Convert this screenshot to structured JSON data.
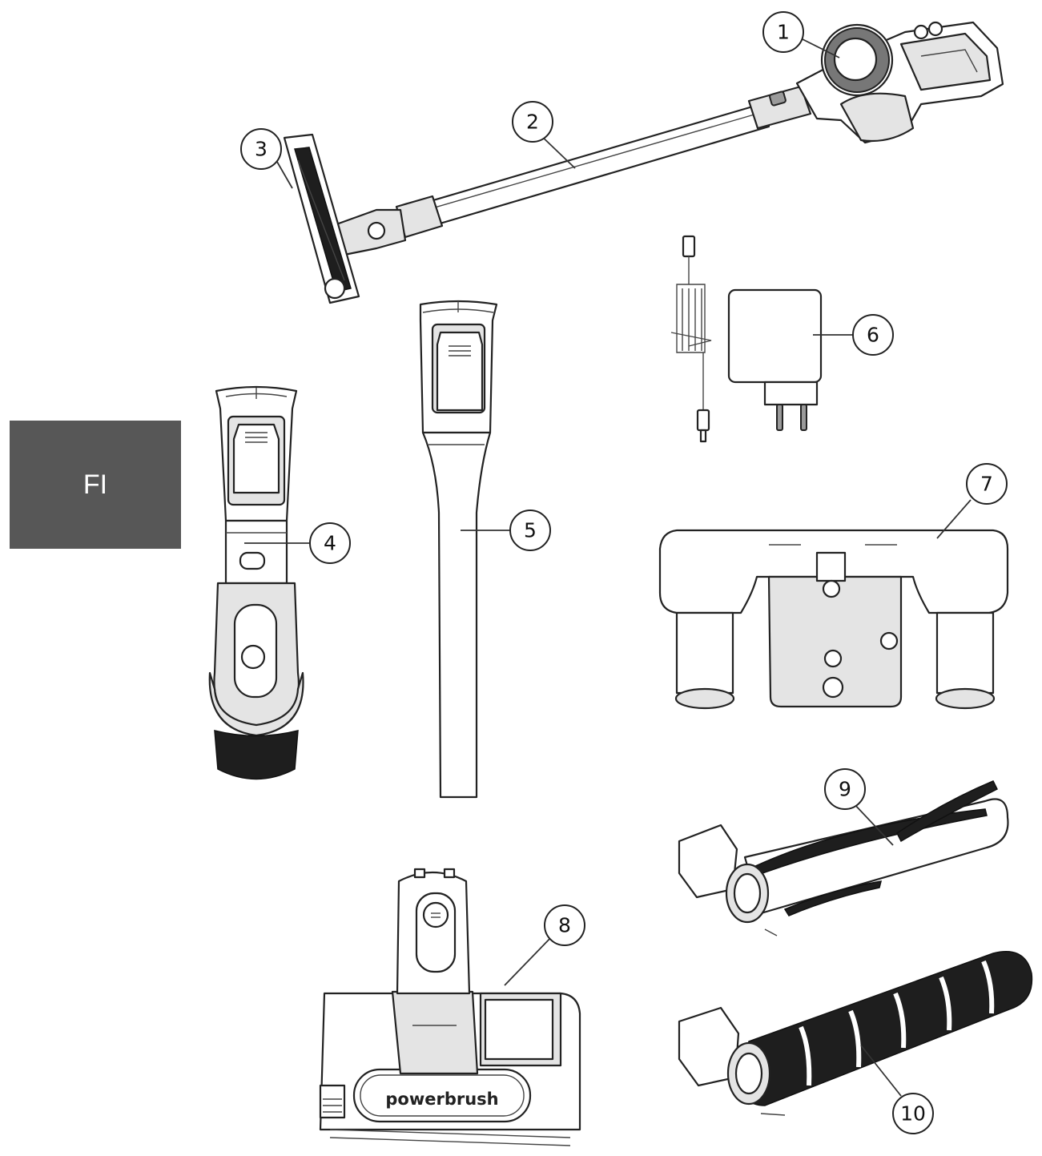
{
  "language_tab": {
    "label": "FI",
    "color": "#575757"
  },
  "brand_label": "powerbrush",
  "callouts": [
    {
      "id": "1",
      "label": "1"
    },
    {
      "id": "2",
      "label": "2"
    },
    {
      "id": "3",
      "label": "3"
    },
    {
      "id": "4",
      "label": "4"
    },
    {
      "id": "5",
      "label": "5"
    },
    {
      "id": "6",
      "label": "6"
    },
    {
      "id": "7",
      "label": "7"
    },
    {
      "id": "8",
      "label": "8"
    },
    {
      "id": "9",
      "label": "9"
    },
    {
      "id": "10",
      "label": "10"
    }
  ]
}
